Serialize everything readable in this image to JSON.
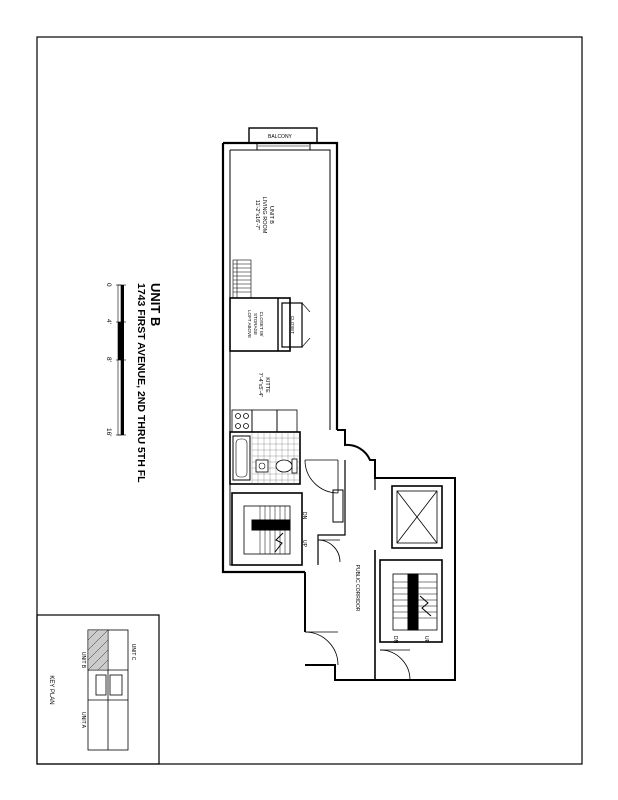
{
  "title": {
    "unit": "UNIT B",
    "address": "1743 FIRST AVENUE, 2ND THRU 5TH FL"
  },
  "scale_bar": {
    "ticks": [
      "0",
      "4'",
      "8'",
      "16'"
    ]
  },
  "rooms": {
    "balcony": "BALCONY",
    "living_name_1": "UNIT B",
    "living_name_2": "LIVING ROOM",
    "living_dims": "11'-2\"x16'-7\"",
    "closet": "CLOSET",
    "storage_1": "CLOSET W/",
    "storage_2": "STORAGE",
    "storage_3": "LOFT ABOVE",
    "kitchen_name": "KITTE",
    "kitchen_dims": "7'-4\"x5'-4\"",
    "corridor": "PUBLIC CORRIDOR"
  },
  "stairs": {
    "unit_dn": "DN",
    "unit_up": "UP",
    "public_dn": "DN",
    "public_up": "UP"
  },
  "key_plan": {
    "title": "KEY PLAN",
    "unit_a": "UNIT A",
    "unit_b": "UNIT B",
    "unit_c": "UNIT C"
  }
}
